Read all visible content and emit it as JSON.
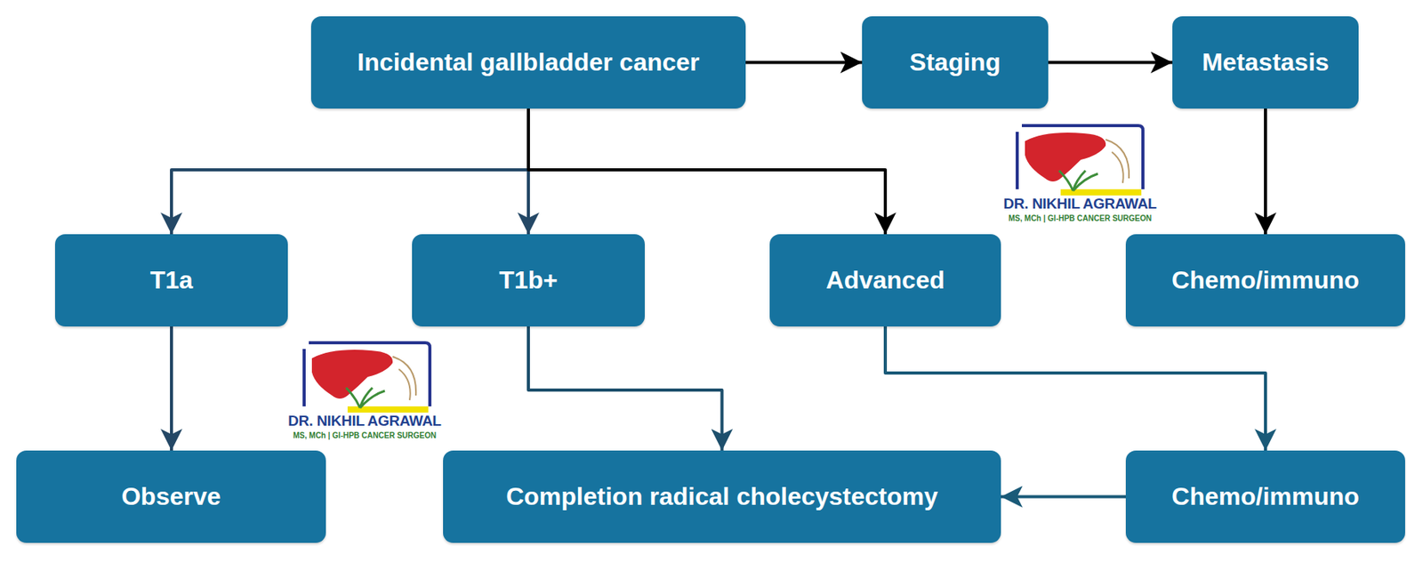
{
  "diagram": {
    "nodes": [
      {
        "text": [
          "Incidental gallbladder cancer"
        ]
      },
      {
        "text": [
          "Staging"
        ]
      },
      {
        "text": [
          "Metastasis"
        ]
      },
      {
        "text": [
          "T1a"
        ]
      },
      {
        "text": [
          "T1b+"
        ]
      },
      {
        "text": [
          "Advanced"
        ]
      },
      {
        "text": [
          "Chemo/immuno"
        ]
      },
      {
        "text": [
          "Observe"
        ]
      },
      {
        "text": [
          "Completion radical cholecystectomy"
        ]
      },
      {
        "text": [
          "Chemo/immuno"
        ]
      }
    ],
    "edges": [
      {
        "from": 0,
        "to": 1,
        "arrow": "to"
      },
      {
        "from": 1,
        "to": 2,
        "arrow": "to"
      },
      {
        "from": 2,
        "to": 6,
        "arrow": "to"
      },
      {
        "from": 0,
        "to": 3,
        "arrow": "to"
      },
      {
        "from": 0,
        "to": 4,
        "arrow": "to"
      },
      {
        "from": 0,
        "to": 5,
        "arrow": "to"
      },
      {
        "from": 3,
        "to": 7,
        "arrow": "to"
      },
      {
        "from": 4,
        "to": 8,
        "arrow": "to"
      },
      {
        "from": 5,
        "to": 9,
        "arrow": "to"
      },
      {
        "from": 9,
        "to": 8,
        "arrow": "to"
      }
    ],
    "labels": [
      "DR. NIKHIL AGRAWAL",
      "MS, MCh | GI-HPB CANCER SURGEON",
      "DR. NIKHIL AGRAWAL",
      "MS, MCh | GI-HPB CANCER SURGEON"
    ]
  }
}
